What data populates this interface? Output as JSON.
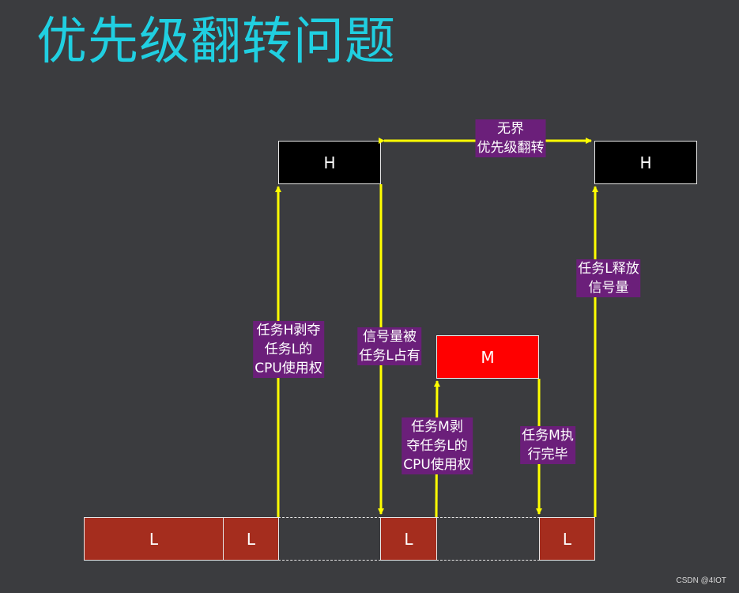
{
  "title": "优先级翻转问题",
  "tasks": {
    "h1": "H",
    "h2": "H",
    "m": "M",
    "l1": "L",
    "l2": "L",
    "l3": "L",
    "l4": "L"
  },
  "labels": {
    "unbounded": [
      "无界",
      "优先级翻转"
    ],
    "h_preempt": [
      "任务H剥夺",
      "任务L的",
      "CPU使用权"
    ],
    "sem_taken": [
      "信号量被",
      "任务L占有"
    ],
    "m_preempt": [
      "任务M剥",
      "夺任务L的",
      "CPU使用权"
    ],
    "m_done": [
      "任务M执",
      "行完毕"
    ],
    "l_release": [
      "任务L释放",
      "信号量"
    ]
  },
  "watermark": "CSDN @4IOT",
  "colors": {
    "background": "#3b3c3f",
    "title": "#20cfe1",
    "arrow": "#ffff00",
    "task_h": "#000000",
    "task_m": "#ff0000",
    "task_l": "#a52d1e",
    "label_bg": "#6b1f7a"
  }
}
